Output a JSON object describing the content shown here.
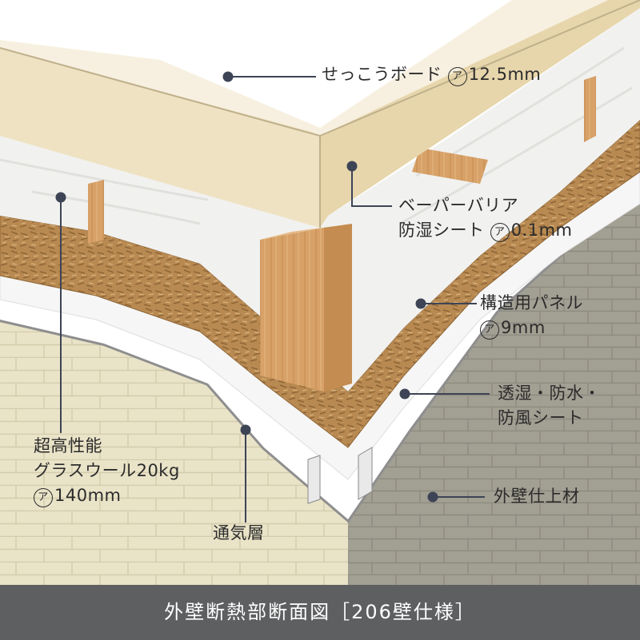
{
  "title": "外壁断熱部断面図［206壁仕様］",
  "thickness_mark": "ア",
  "labels": {
    "gypsum_board": {
      "name": "せっこうボード",
      "thickness": "12.5mm"
    },
    "vapor_barrier": {
      "line1": "ベーパーバリア",
      "line2": "防湿シート",
      "thickness": "0.1mm"
    },
    "structural_panel": {
      "name": "構造用パネル",
      "thickness": "9mm"
    },
    "breathable_sheet": {
      "line1": "透湿・防水・",
      "line2": "防風シート"
    },
    "exterior_finish": {
      "name": "外壁仕上材"
    },
    "ventilation_layer": {
      "name": "通気層"
    },
    "insulation": {
      "line1": "超高性能",
      "line2": "グラスウール20kg",
      "thickness": "140mm"
    }
  },
  "colors": {
    "leader": "#3d4455",
    "caption_bg": "#5e5f61",
    "gypsum": "#efe2c2",
    "insulation": "#f1f1ef",
    "osb": "#b88a52",
    "timber": "#d7a167",
    "siding_left": "#e9e3c8",
    "siding_right": "#a29f93"
  }
}
